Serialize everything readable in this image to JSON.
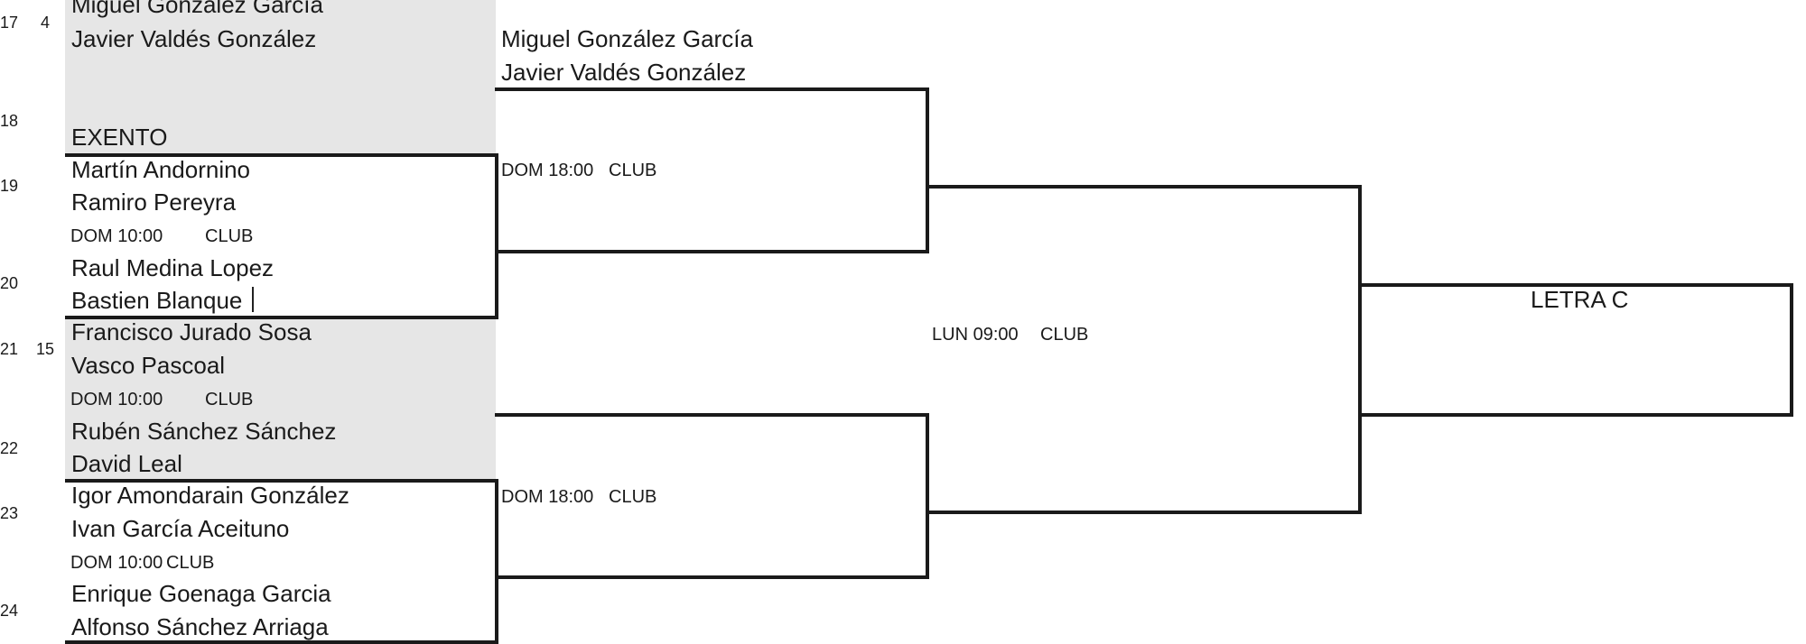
{
  "row_numbers": [
    "17",
    "18",
    "19",
    "20",
    "21",
    "22",
    "23",
    "24"
  ],
  "seeds": [
    "4",
    "15"
  ],
  "round1": {
    "match1": {
      "player1": "Miguel González García",
      "player2": "Javier Valdés González",
      "bye": "EXENTO"
    },
    "match2": {
      "player1": "Martín Andornino",
      "player2": "Ramiro Pereyra",
      "time": "DOM 10:00",
      "venue": "CLUB",
      "player3": "Raul Medina Lopez",
      "player4": "Bastien Blanque"
    },
    "match3": {
      "player1": "Francisco Jurado Sosa",
      "player2": "Vasco Pascoal",
      "time": "DOM 10:00",
      "venue": "CLUB",
      "player3": "Rubén  Sánchez  Sánchez",
      "player4": "David Leal"
    },
    "match4": {
      "player1": "Igor Amondarain González",
      "player2": "Ivan García Aceituno",
      "time": "DOM 10:00",
      "venue": "CLUB",
      "player3": "Enrique  Goenaga Garcia",
      "player4": "Alfonso Sánchez Arriaga"
    }
  },
  "round2": {
    "top": {
      "player1": "Miguel González García",
      "player2": "Javier Valdés González",
      "time": "DOM 18:00",
      "venue": "CLUB"
    },
    "bottom": {
      "time": "DOM 18:00",
      "venue": "CLUB"
    }
  },
  "round3": {
    "time": "LUN 09:00",
    "venue": "CLUB"
  },
  "final": {
    "label": "LETRA C"
  }
}
